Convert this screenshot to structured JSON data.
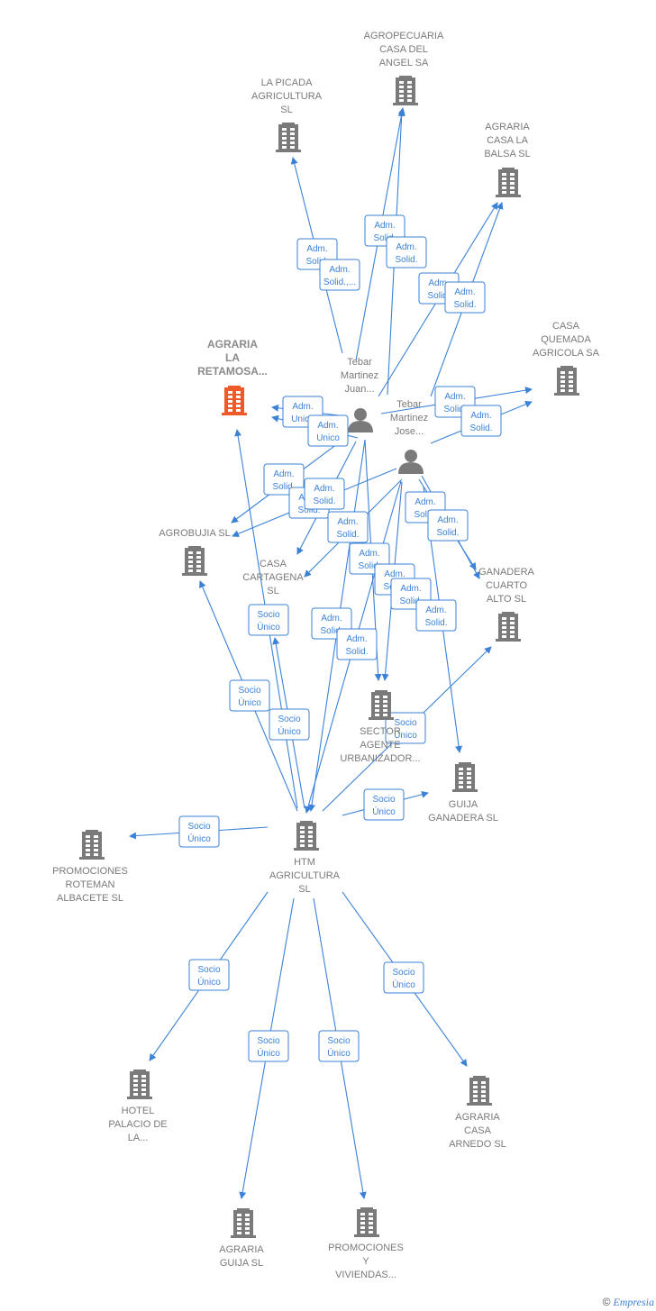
{
  "colors": {
    "edge": "#3b82d6",
    "company": "#7a7a7a",
    "highlight": "#f05a28",
    "person": "#7a7a7a"
  },
  "nodes": [
    {
      "id": "agropecuaria",
      "type": "company",
      "icon": "building-icon",
      "lines": [
        "AGROPECUARIA",
        "CASA DEL",
        "ANGEL SA"
      ]
    },
    {
      "id": "picada",
      "type": "company",
      "icon": "building-icon",
      "lines": [
        "LA PICADA",
        "AGRICULTURA",
        "SL"
      ]
    },
    {
      "id": "balsa",
      "type": "company",
      "icon": "building-icon",
      "lines": [
        "AGRARIA",
        "CASA LA",
        "BALSA SL"
      ]
    },
    {
      "id": "quemada",
      "type": "company",
      "icon": "building-icon",
      "lines": [
        "CASA",
        "QUEMADA",
        "AGRICOLA SA"
      ]
    },
    {
      "id": "retamosa",
      "type": "company",
      "icon": "building-icon",
      "highlight": true,
      "lines": [
        "AGRARIA",
        "LA",
        "RETAMOSA..."
      ]
    },
    {
      "id": "juan",
      "type": "person",
      "icon": "person-icon",
      "lines": [
        "Tebar",
        "Martinez",
        "Juan..."
      ]
    },
    {
      "id": "jose",
      "type": "person",
      "icon": "person-icon",
      "lines": [
        "Tebar",
        "Martinez",
        "Jose..."
      ]
    },
    {
      "id": "agrobujia",
      "type": "company",
      "icon": "building-icon",
      "lines": [
        "AGROBUJIA SL"
      ]
    },
    {
      "id": "cartagena",
      "type": "company",
      "icon": "building-icon",
      "lines": [
        "CASA",
        "CARTAGENA",
        "SL"
      ]
    },
    {
      "id": "cuarto",
      "type": "company",
      "icon": "building-icon",
      "lines": [
        "GANADERA",
        "CUARTO",
        "ALTO SL"
      ]
    },
    {
      "id": "sector",
      "type": "company",
      "icon": "building-icon",
      "lines": [
        "SECTOR",
        "AGENTE",
        "URBANIZADOR..."
      ]
    },
    {
      "id": "guija_gan",
      "type": "company",
      "icon": "building-icon",
      "lines": [
        "GUIJA",
        "GANADERA SL"
      ]
    },
    {
      "id": "htm",
      "type": "company",
      "icon": "building-icon",
      "lines": [
        "HTM",
        "AGRICULTURA",
        "SL"
      ]
    },
    {
      "id": "roteman",
      "type": "company",
      "icon": "building-icon",
      "lines": [
        "PROMOCIONES",
        "ROTEMAN",
        "ALBACETE  SL"
      ]
    },
    {
      "id": "hotel",
      "type": "company",
      "icon": "building-icon",
      "lines": [
        "HOTEL",
        "PALACIO DE",
        "LA..."
      ]
    },
    {
      "id": "arnedo",
      "type": "company",
      "icon": "building-icon",
      "lines": [
        "AGRARIA",
        "CASA",
        "ARNEDO  SL"
      ]
    },
    {
      "id": "guija_sl",
      "type": "company",
      "icon": "building-icon",
      "lines": [
        "AGRARIA",
        "GUIJA  SL"
      ]
    },
    {
      "id": "viviendas",
      "type": "company",
      "icon": "building-icon",
      "lines": [
        "PROMOCIONES",
        "Y",
        "VIVIENDAS..."
      ]
    }
  ],
  "edge_labels": [
    {
      "id": "e01",
      "lines": [
        "Adm.",
        "Solid."
      ]
    },
    {
      "id": "e02",
      "lines": [
        "Adm.",
        "Solid."
      ]
    },
    {
      "id": "e03",
      "lines": [
        "Adm.",
        "Solid."
      ]
    },
    {
      "id": "e04",
      "lines": [
        "Adm.",
        "Solid.,..."
      ]
    },
    {
      "id": "e05",
      "lines": [
        "Adm.",
        "Solid."
      ]
    },
    {
      "id": "e06",
      "lines": [
        "Adm.",
        "Solid."
      ]
    },
    {
      "id": "e07",
      "lines": [
        "Adm.",
        "Solid."
      ]
    },
    {
      "id": "e08",
      "lines": [
        "Adm.",
        "Solid."
      ]
    },
    {
      "id": "e09",
      "lines": [
        "Adm.",
        "Unico"
      ]
    },
    {
      "id": "e10",
      "lines": [
        "Adm.",
        "Unico"
      ]
    },
    {
      "id": "e11",
      "lines": [
        "Adm.",
        "Solid."
      ]
    },
    {
      "id": "e12",
      "lines": [
        "Adm.",
        "Solid."
      ]
    },
    {
      "id": "e13",
      "lines": [
        "Adm.",
        "Solid."
      ]
    },
    {
      "id": "e14",
      "lines": [
        "Adm.",
        "Solid."
      ]
    },
    {
      "id": "e15",
      "lines": [
        "Adm.",
        "Solid."
      ]
    },
    {
      "id": "e16",
      "lines": [
        "Adm.",
        "Solid."
      ]
    },
    {
      "id": "e17",
      "lines": [
        "Adm.",
        "Solid."
      ]
    },
    {
      "id": "e18",
      "lines": [
        "Adm.",
        "Solid."
      ]
    },
    {
      "id": "e19",
      "lines": [
        "Adm.",
        "Solid."
      ]
    },
    {
      "id": "e20",
      "lines": [
        "Adm.",
        "Solid."
      ]
    },
    {
      "id": "e21",
      "lines": [
        "Adm.",
        "Solid."
      ]
    },
    {
      "id": "e22",
      "lines": [
        "Adm.",
        "Solid."
      ]
    },
    {
      "id": "e23",
      "lines": [
        "Socio",
        "Único"
      ]
    },
    {
      "id": "e24",
      "lines": [
        "Socio",
        "Único"
      ]
    },
    {
      "id": "e25",
      "lines": [
        "Socio",
        "Único"
      ]
    },
    {
      "id": "e26",
      "lines": [
        "Socio",
        "Único"
      ]
    },
    {
      "id": "e27",
      "lines": [
        "Socio",
        "Único"
      ]
    },
    {
      "id": "e28",
      "lines": [
        "Socio",
        "Único"
      ]
    },
    {
      "id": "e29",
      "lines": [
        "Socio",
        "Único"
      ]
    },
    {
      "id": "e30",
      "lines": [
        "Socio",
        "Único"
      ]
    },
    {
      "id": "e31",
      "lines": [
        "Socio",
        "Único"
      ]
    },
    {
      "id": "e32",
      "lines": [
        "Socio",
        "Único"
      ]
    }
  ],
  "footer": {
    "copyright": "©",
    "brand": "Empresia"
  }
}
